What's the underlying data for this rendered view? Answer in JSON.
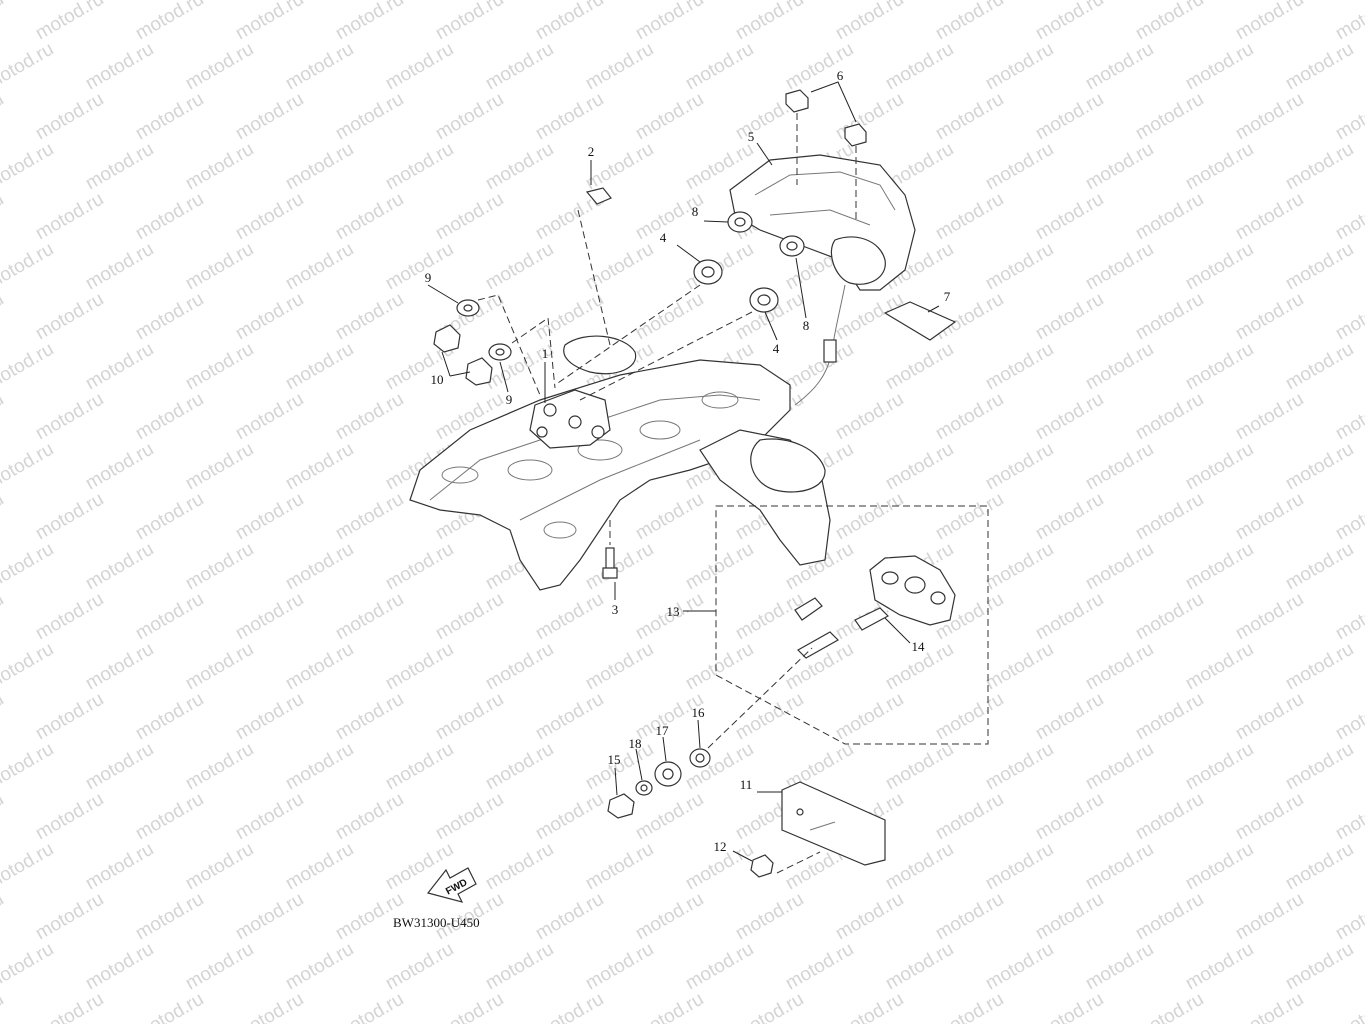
{
  "watermark": {
    "text": "motod.ru",
    "color": "#d4d4d4"
  },
  "diagram": {
    "callouts": [
      {
        "id": "c1",
        "label": "1"
      },
      {
        "id": "c2",
        "label": "2"
      },
      {
        "id": "c3",
        "label": "3"
      },
      {
        "id": "c4a",
        "label": "4"
      },
      {
        "id": "c4b",
        "label": "4"
      },
      {
        "id": "c5",
        "label": "5"
      },
      {
        "id": "c6",
        "label": "6"
      },
      {
        "id": "c7",
        "label": "7"
      },
      {
        "id": "c8a",
        "label": "8"
      },
      {
        "id": "c8b",
        "label": "8"
      },
      {
        "id": "c9a",
        "label": "9"
      },
      {
        "id": "c9b",
        "label": "9"
      },
      {
        "id": "c10",
        "label": "10"
      },
      {
        "id": "c11",
        "label": "11"
      },
      {
        "id": "c12",
        "label": "12"
      },
      {
        "id": "c13",
        "label": "13"
      },
      {
        "id": "c14",
        "label": "14"
      },
      {
        "id": "c15",
        "label": "15"
      },
      {
        "id": "c16",
        "label": "16"
      },
      {
        "id": "c17",
        "label": "17"
      },
      {
        "id": "c18",
        "label": "18"
      }
    ],
    "fwd_label": "FWD",
    "drawing_code": "BW31300-U450"
  }
}
